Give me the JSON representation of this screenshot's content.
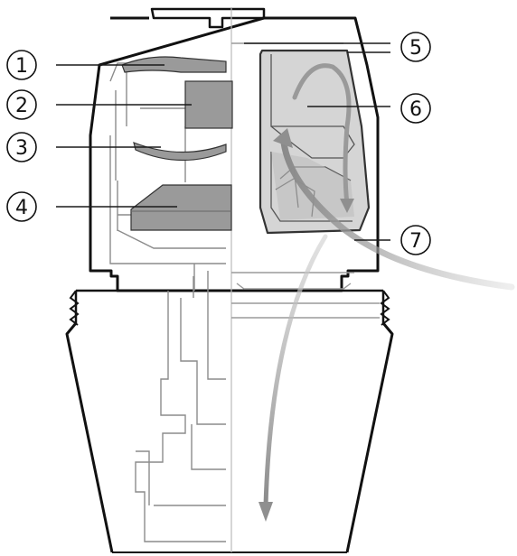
{
  "colors": {
    "outline": "#111111",
    "line": "#1a1a1a",
    "detail_gray": "#9c9c9c",
    "fill_dark": "#9a9a9a",
    "fill_mid": "#c4c4c4",
    "fill_light": "#d9d9d9",
    "arrow": "#8f8f8f"
  },
  "callouts": [
    {
      "id": 1,
      "label": "1",
      "icon": "circled-number"
    },
    {
      "id": 2,
      "label": "2",
      "icon": "circled-number"
    },
    {
      "id": 3,
      "label": "3",
      "icon": "circled-number"
    },
    {
      "id": 4,
      "label": "4",
      "icon": "circled-number"
    },
    {
      "id": 5,
      "label": "5",
      "icon": "circled-number"
    },
    {
      "id": 6,
      "label": "6",
      "icon": "circled-number"
    },
    {
      "id": 7,
      "label": "7",
      "icon": "circled-number"
    }
  ]
}
